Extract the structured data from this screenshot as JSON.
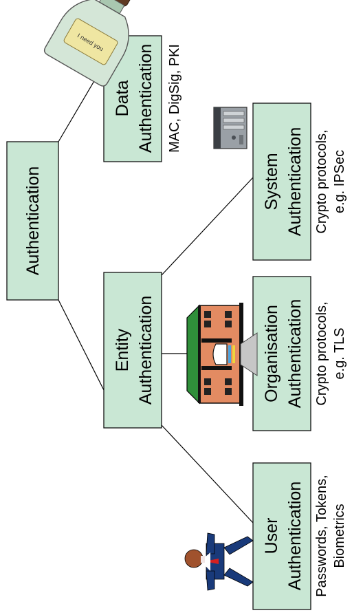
{
  "diagram": {
    "root": {
      "label": "Authentication"
    },
    "entity": {
      "line1": "Entity",
      "line2": "Authentication"
    },
    "data_auth": {
      "line1": "Data",
      "line2": "Authentication",
      "note1": "MAC, DigSig, PKI"
    },
    "user_auth": {
      "line1": "User",
      "line2": "Authentication",
      "note1": "Passwords, Tokens,",
      "note2": "Biometrics"
    },
    "org_auth": {
      "line1": "Organisation",
      "line2": "Authentication",
      "note1": "Crypto protocols,",
      "note2": "e.g. TLS"
    },
    "system_auth": {
      "line1": "System",
      "line2": "Authentication",
      "note1": "Crypto protocols,",
      "note2": "e.g. IPSec"
    },
    "bottle_note": "I need you",
    "icons": [
      "message-in-bottle-icon",
      "server-tower-icon",
      "building-icon",
      "businessman-icon"
    ],
    "colors": {
      "node_fill": "#c9e7d4",
      "line": "#000000"
    }
  }
}
